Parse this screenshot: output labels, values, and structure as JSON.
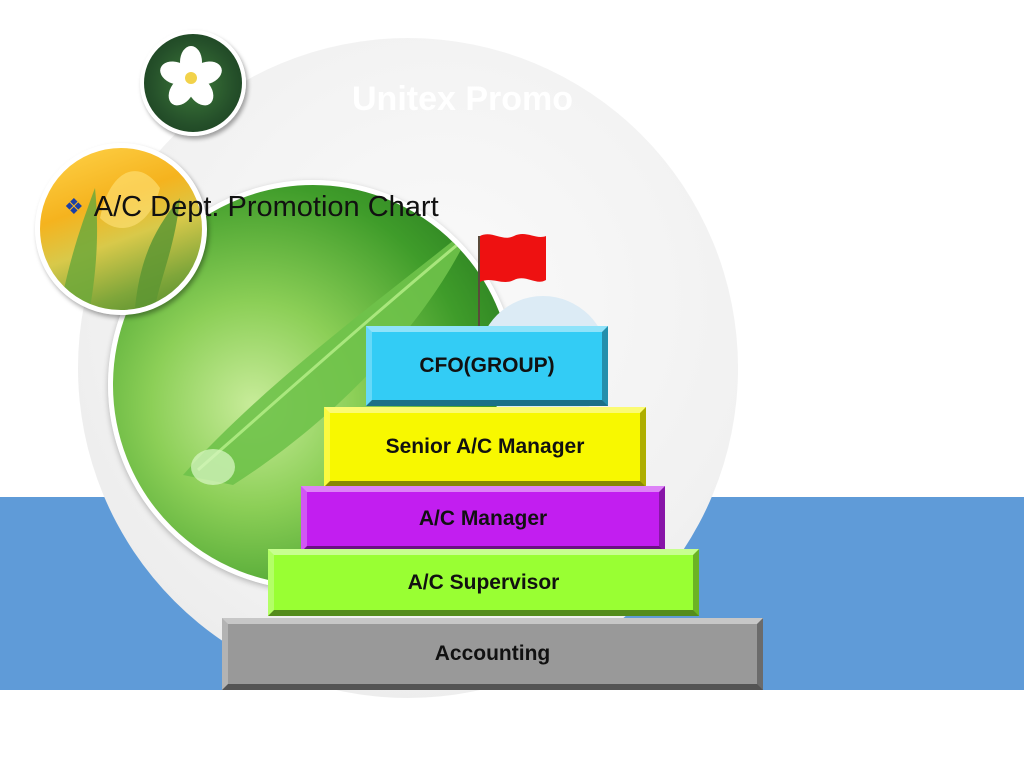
{
  "slide": {
    "title": "Unitex Promo",
    "bullet": "A/C Dept. Promotion Chart"
  },
  "pyramid": [
    {
      "label": "CFO(GROUP)",
      "color": "#33ccf5"
    },
    {
      "label": "Senior A/C Manager",
      "color": "#f8f800"
    },
    {
      "label": "A/C Manager",
      "color": "#c21ef0"
    },
    {
      "label": "A/C Supervisor",
      "color": "#99ff33"
    },
    {
      "label": "Accounting",
      "color": "#999999"
    }
  ],
  "colors": {
    "band": "#5f9bd8",
    "bullet_icon": "#1b3fa6",
    "flag": "#ee1111"
  }
}
